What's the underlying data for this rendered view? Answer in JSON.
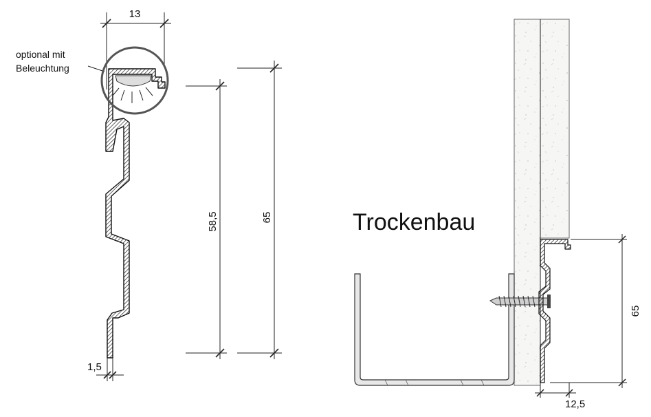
{
  "left_detail": {
    "dim_top_width": "13",
    "dim_height_inner": "58,5",
    "dim_height_total": "65",
    "dim_thickness": "1,5",
    "note_line1": "optional mit",
    "note_line2": "Beleuchtung"
  },
  "right_detail": {
    "title": "Trockenbau",
    "dim_height": "65",
    "dim_depth": "12,5"
  }
}
